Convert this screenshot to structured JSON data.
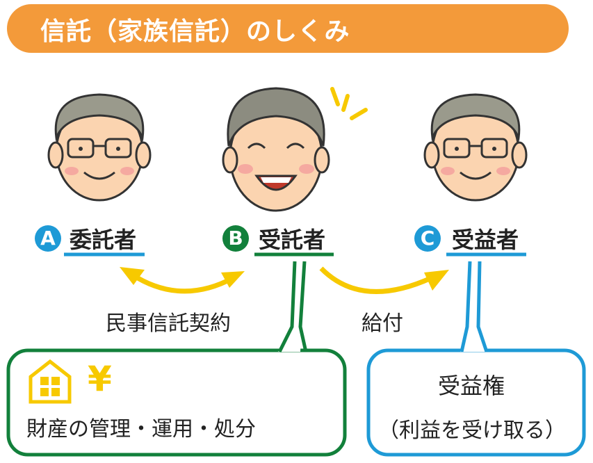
{
  "title": "信託（家族信託）のしくみ",
  "roles": [
    {
      "letter": "A",
      "label": "委託者",
      "color": "#1e9ad6"
    },
    {
      "letter": "B",
      "label": "受託者",
      "color": "#12803b"
    },
    {
      "letter": "C",
      "label": "受益者",
      "color": "#1e9ad6"
    }
  ],
  "relations": {
    "contract": "民事信託契約",
    "benefit": "給付"
  },
  "boxes": {
    "trustee_icon_yen": "¥",
    "trustee_text": "財産の管理・運用・処分",
    "beneficiary_title": "受益権",
    "beneficiary_sub": "（利益を受け取る）"
  },
  "colors": {
    "title_bg": "#f39a3a",
    "arrow": "#f7c900",
    "green": "#12803b",
    "blue": "#1e9ad6"
  }
}
